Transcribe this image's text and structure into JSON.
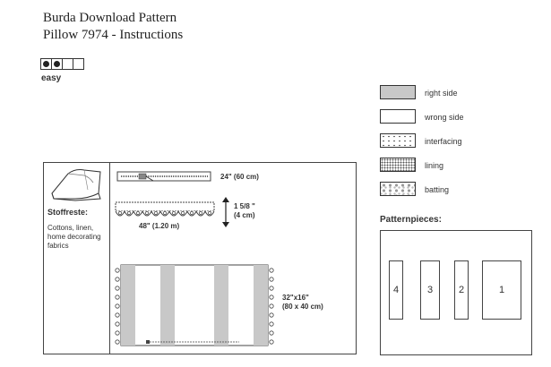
{
  "header": {
    "title": "Burda Download Pattern",
    "subtitle": "Pillow 7974 - Instructions"
  },
  "difficulty": {
    "filled": 2,
    "total": 4,
    "label": "easy"
  },
  "legend": [
    {
      "label": "right side",
      "fill": "#c8c8c8",
      "pattern": "solid"
    },
    {
      "label": "wrong side",
      "fill": "#ffffff",
      "pattern": "solid"
    },
    {
      "label": "interfacing",
      "fill": "#ffffff",
      "pattern": "dots-sparse"
    },
    {
      "label": "lining",
      "fill": "#ffffff",
      "pattern": "dots-dense"
    },
    {
      "label": "batting",
      "fill": "#ffffff",
      "pattern": "blobs"
    }
  ],
  "materials": {
    "fabric_label": "Stoffreste:",
    "fabric_desc": "Cottons, linen, home decorating fabrics",
    "zipper_length": "24\" (60 cm)",
    "trim_height": "1 5/8 \"\n(4 cm)",
    "trim_length": "48\" (1.20 m)",
    "pillow_size": "32\"x16\"\n(80 x 40 cm)"
  },
  "patternpieces": {
    "title": "Patternpieces:",
    "pieces": [
      "4",
      "3",
      "2",
      "1"
    ]
  }
}
